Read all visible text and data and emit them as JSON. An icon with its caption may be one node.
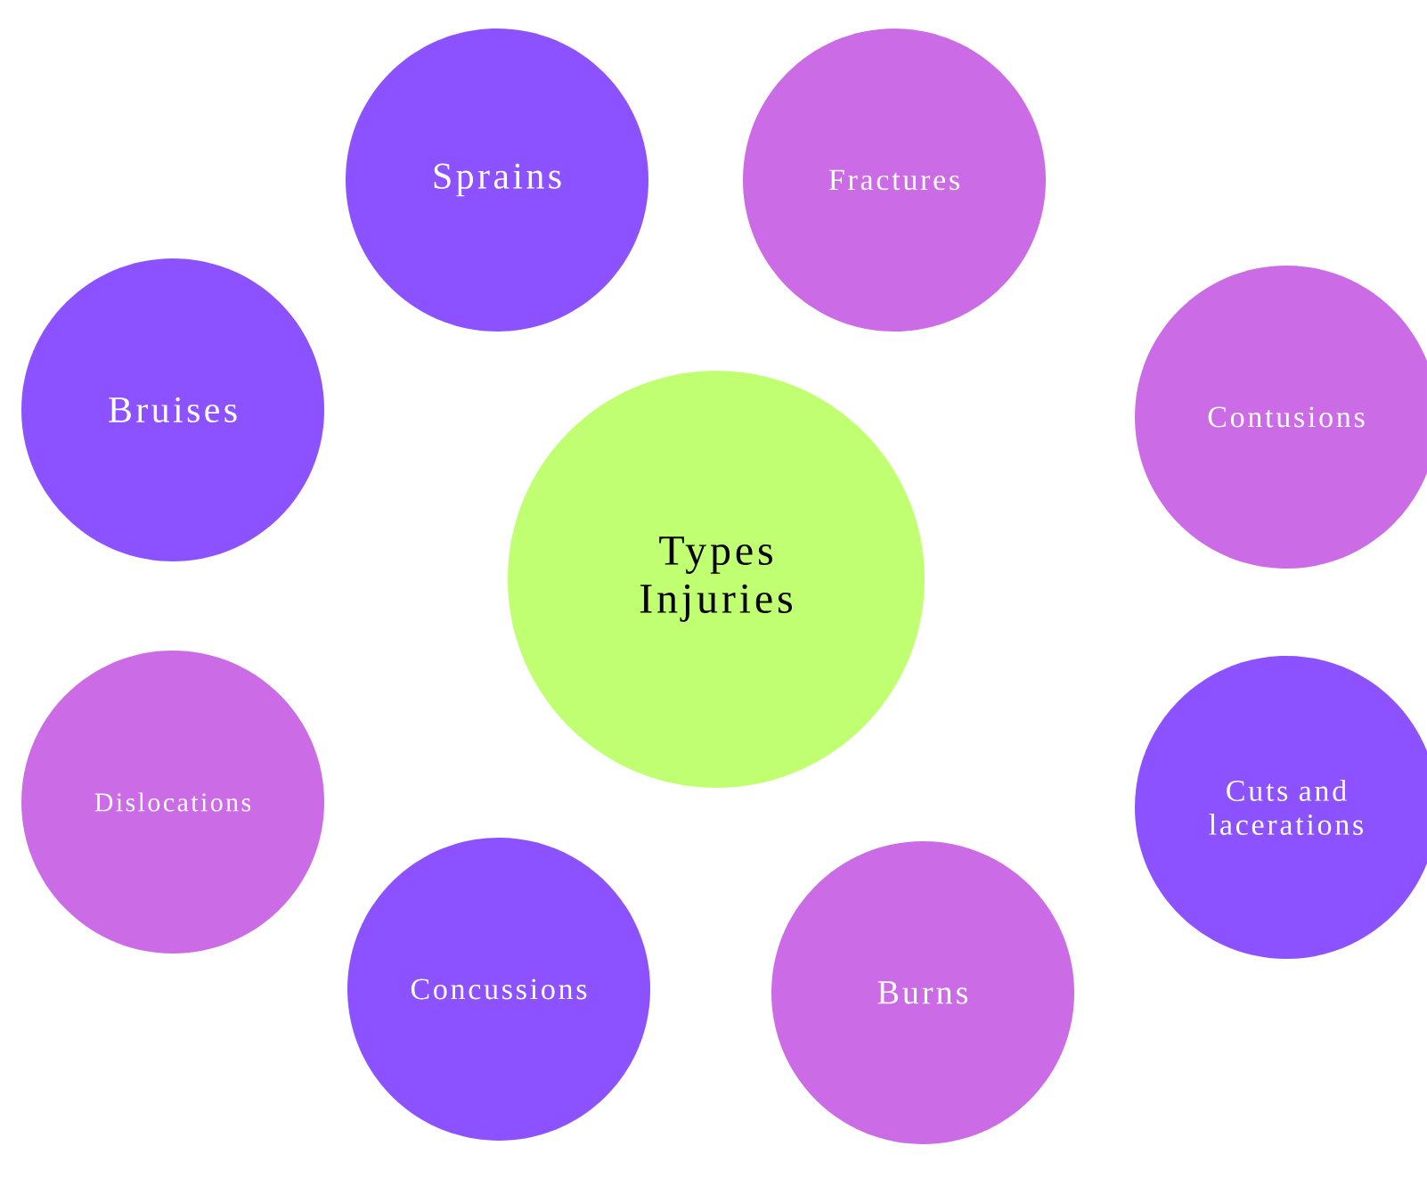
{
  "diagram": {
    "nodes": [
      {
        "text": [
          "Types Injuries"
        ]
      },
      {
        "text": [
          "Sprains"
        ]
      },
      {
        "text": [
          "Fractures"
        ]
      },
      {
        "text": [
          "Bruises"
        ]
      },
      {
        "text": [
          "Contusions"
        ]
      },
      {
        "text": [
          "Dislocations"
        ]
      },
      {
        "text": [
          "Cuts and lacerations"
        ]
      },
      {
        "text": [
          "Concussions"
        ]
      },
      {
        "text": [
          "Burns"
        ]
      }
    ]
  }
}
